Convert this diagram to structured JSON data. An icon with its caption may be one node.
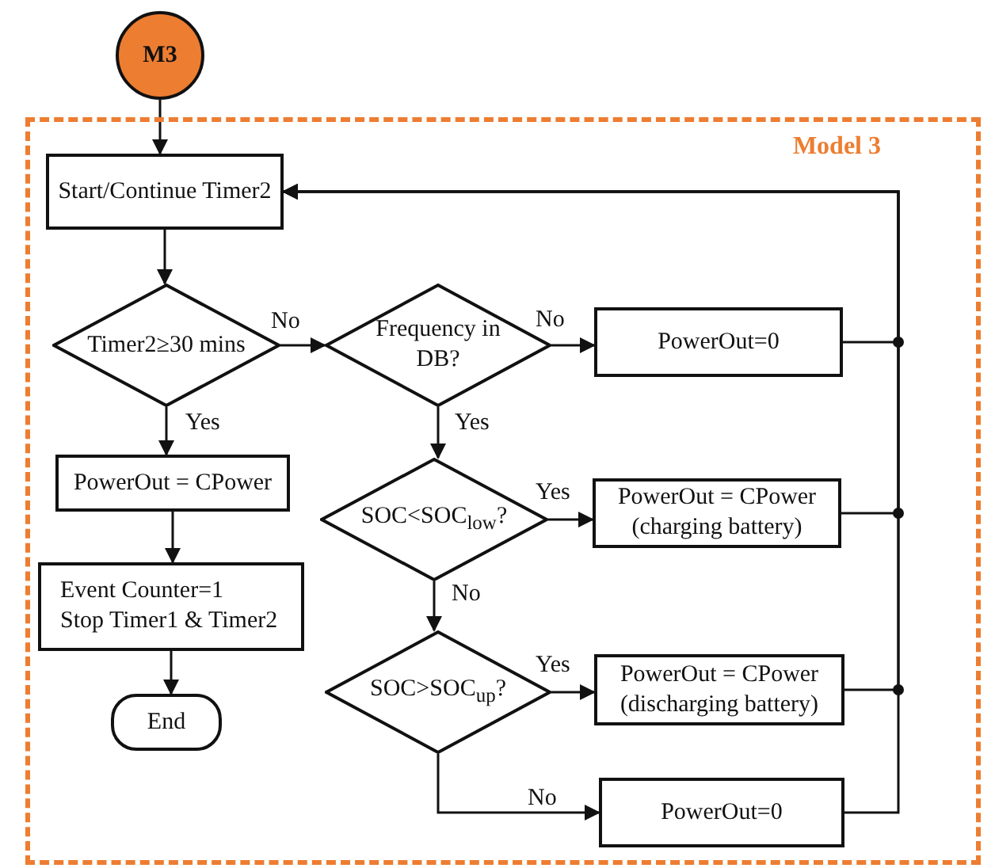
{
  "diagram": {
    "nodes": [
      {
        "text": [
          "M3"
        ]
      },
      {
        "text": [
          "Model 3"
        ]
      },
      {
        "text": [
          "Start/Continue Timer2"
        ],
        "in": 1
      },
      {
        "text": [
          "Timer2≥30 mins"
        ],
        "in": 1
      },
      {
        "text": [
          "Frequency in DB?"
        ],
        "in": 1
      },
      {
        "text": [
          "PowerOut=0"
        ],
        "in": 1
      },
      {
        "text": [
          "PowerOut = CPower"
        ],
        "in": 1
      },
      {
        "text": [
          "SOC<SOC$_{low}$?"
        ],
        "in": 1
      },
      {
        "text": [
          "PowerOut = CPower (charging battery)"
        ],
        "in": 1
      },
      {
        "text": [
          "Event Counter=1",
          "Stop Timer1 & Timer2"
        ],
        "in": 1
      },
      {
        "text": [
          "SOC>SOC$_{up}$?"
        ],
        "in": 1
      },
      {
        "text": [
          "PowerOut = CPower (discharging battery)"
        ],
        "in": 1
      },
      {
        "text": [
          "End"
        ],
        "in": 1
      },
      {
        "text": [
          "PowerOut=0"
        ],
        "in": 1
      }
    ],
    "edges": [
      {
        "from": 0,
        "to": 2,
        "arrow": "to"
      },
      {
        "from": 2,
        "to": 3,
        "arrow": "to"
      },
      {
        "from": 3,
        "to": 4,
        "arrow": "to",
        "label": "No"
      },
      {
        "from": 4,
        "to": 5,
        "arrow": "to",
        "label": "No"
      },
      {
        "from": 3,
        "to": 6,
        "arrow": "to",
        "label": "Yes"
      },
      {
        "from": 4,
        "to": 7,
        "arrow": "to",
        "label": "Yes"
      },
      {
        "from": 7,
        "to": 8,
        "arrow": "to",
        "label": "Yes"
      },
      {
        "from": 6,
        "to": 9,
        "arrow": "to"
      },
      {
        "from": 7,
        "to": 10,
        "arrow": "to",
        "label": "No"
      },
      {
        "from": 10,
        "to": 11,
        "arrow": "to",
        "label": "Yes"
      },
      {
        "from": 9,
        "to": 12,
        "arrow": "to"
      },
      {
        "from": 10,
        "to": 13,
        "arrow": "to",
        "label": "No"
      },
      {
        "from": 5,
        "to": 2,
        "arrow": "to"
      },
      {
        "from": 8,
        "to": 2,
        "arrow": "to"
      },
      {
        "from": 11,
        "to": 2,
        "arrow": "to"
      },
      {
        "from": 13,
        "to": 2,
        "arrow": "to"
      }
    ]
  }
}
